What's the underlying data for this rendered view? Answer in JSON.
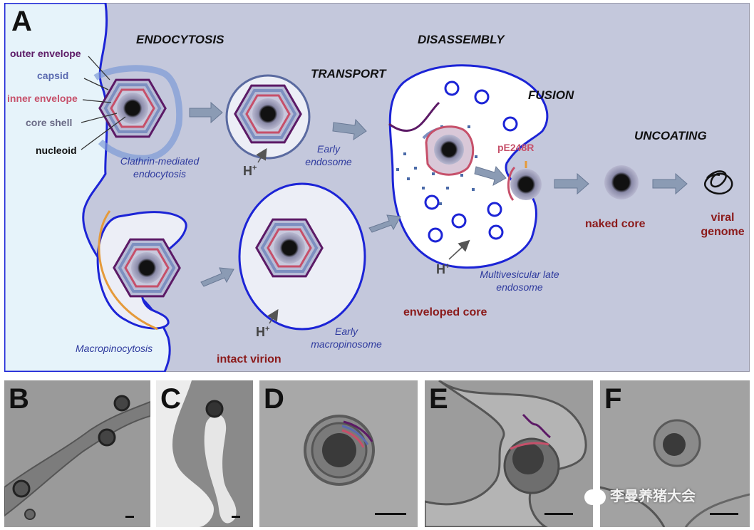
{
  "panel_a": {
    "letter": "A",
    "stages": {
      "endocytosis": "ENDOCYTOSIS",
      "transport": "TRANSPORT",
      "disassembly": "DISASSEMBLY",
      "fusion": "FUSION",
      "uncoating": "UNCOATING"
    },
    "legend": {
      "outer_envelope": "outer envelope",
      "capsid": "capsid",
      "inner_envelope": "inner envelope",
      "core_shell": "core shell",
      "nucleoid": "nucleoid"
    },
    "pathways": {
      "clathrin": "Clathrin-mediated endocytosis",
      "macropinocytosis": "Macropinocytosis",
      "early_endosome": "Early endosome",
      "early_macropinosome": "Early macropinosome",
      "late_endosome": "Multivesicular late endosome"
    },
    "states": {
      "intact_virion": "intact virion",
      "enveloped_core": "enveloped core",
      "naked_core": "naked core",
      "viral_genome": "viral genome"
    },
    "protein": "pE248R",
    "proton": "H",
    "proton_sup": "+"
  },
  "em_panels": [
    {
      "letter": "B"
    },
    {
      "letter": "C"
    },
    {
      "letter": "D"
    },
    {
      "letter": "E"
    },
    {
      "letter": "F"
    }
  ],
  "watermark": "李曼养猪大会",
  "colors": {
    "cytoplasm": "#c4c8dc",
    "extracellular": "#e6f3fa",
    "membrane": "#1c24d6",
    "outer_envelope": "#5c1a66",
    "capsid": "#7d8fc0",
    "inner_envelope": "#c6506a",
    "core_shell": "#6a6a86",
    "label_red": "#8b1a1a",
    "label_blue": "#2e3a9e",
    "arrow": "#8b9bb4"
  }
}
